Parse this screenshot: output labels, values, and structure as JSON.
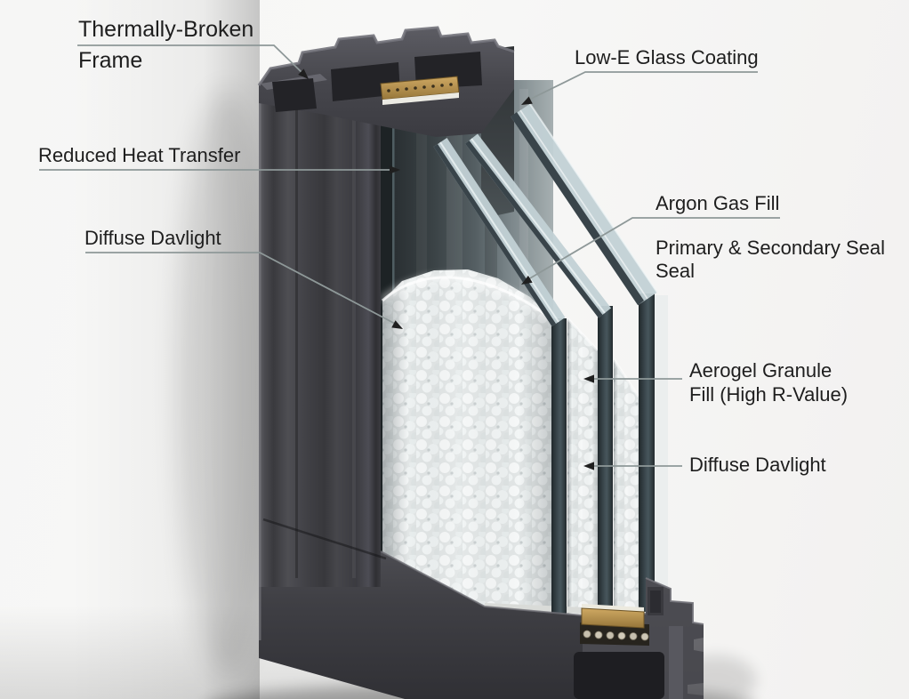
{
  "page": {
    "type": "annotated-3d-cutaway-diagram",
    "subject": "High-performance triple-glazed window frame cross-section"
  },
  "labels": {
    "thermally_broken_frame": {
      "line1": "Thermally-Broken",
      "line2": "Frame"
    },
    "low_e_glass_coating": {
      "text": "Low-E Glass Coating"
    },
    "reduced_heat_transfer": {
      "text": "Reduced Heat Transfer"
    },
    "diffuse_daylight_left": {
      "text": "Diffuse Davlight"
    },
    "argon_gas_fill": {
      "text": "Argon Gas Fill"
    },
    "primary_secondary_seal": {
      "line1": "Primary & Secondary Seal",
      "line2": "Seal"
    },
    "aerogel_granule_fill": {
      "line1": "Aerogel Granule",
      "line2": "Fill (High R-Value)"
    },
    "diffuse_daylight_right": {
      "text": "Diffuse Davlight"
    }
  },
  "colors": {
    "wall": "#f2f1f0",
    "frame": "#3f3f44",
    "frame_chamber": "#232327",
    "glass_edge": "#333b3f",
    "glass_face": "#c2d1d5",
    "aerogel_granules": "#eef1f1",
    "spacer_gold": "#b08f4c",
    "label_text": "#1e1e1e",
    "leader_line": "#8e9898",
    "arrowhead": "#1f1f1f"
  }
}
